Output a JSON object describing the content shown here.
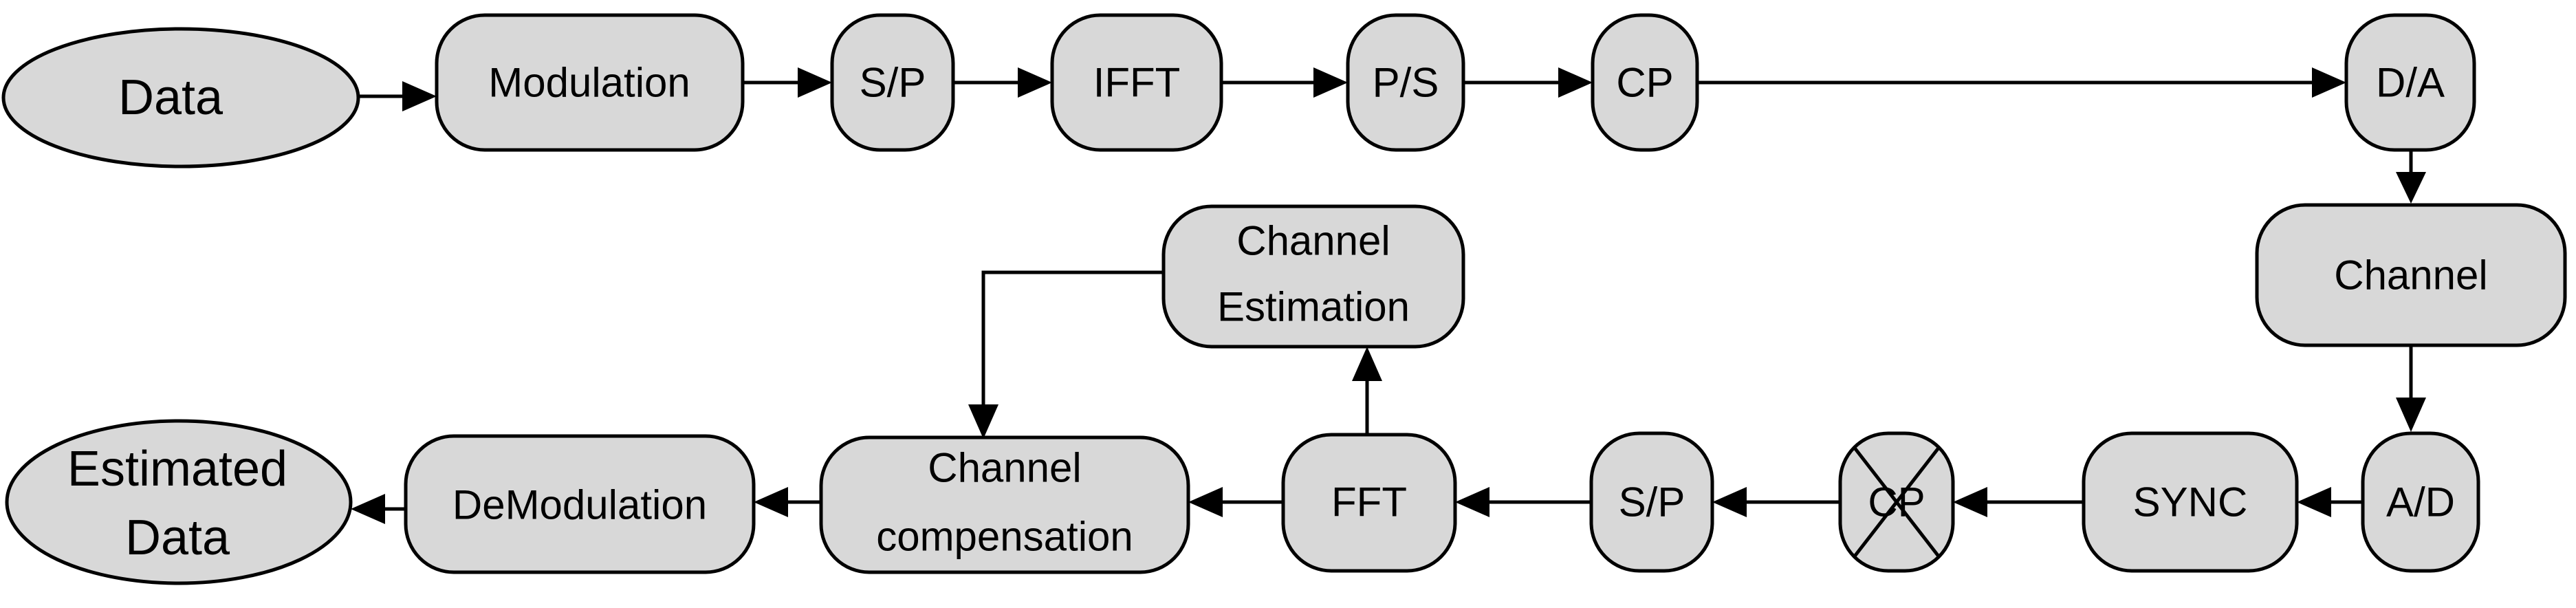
{
  "diagram": {
    "nodes": {
      "data": "Data",
      "modulation": "Modulation",
      "sp1": "S/P",
      "ifft": "IFFT",
      "ps": "P/S",
      "cp1": "CP",
      "da": "D/A",
      "channel": "Channel",
      "ad": "A/D",
      "sync": "SYNC",
      "cp_removed": "CP",
      "sp2": "S/P",
      "fft": "FFT",
      "channel_estimation": [
        "Channel",
        "Estimation"
      ],
      "channel_compensation": [
        "Channel",
        "compensation"
      ],
      "demodulation": "DeModulation",
      "estimated_data": [
        "Estimated",
        "Data"
      ]
    },
    "colors": {
      "node_fill": "#d8d8d8",
      "stroke": "#000000"
    }
  }
}
